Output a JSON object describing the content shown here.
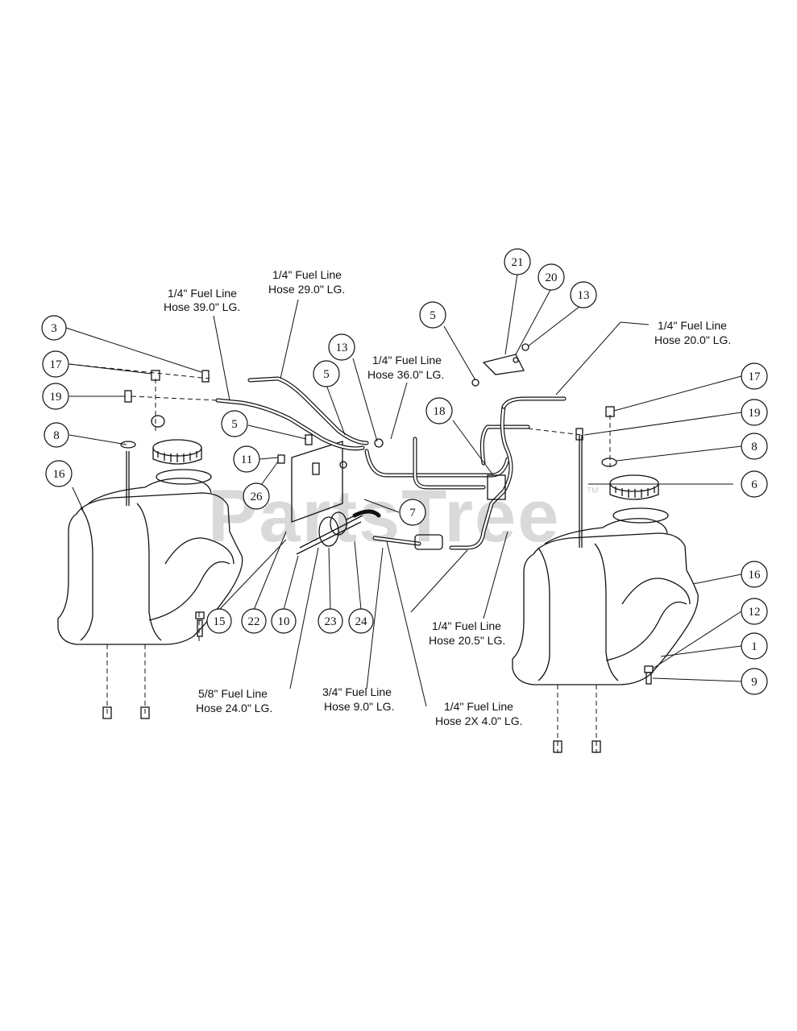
{
  "watermark": {
    "text": "PartsTree",
    "tm": "TM"
  },
  "hose_labels": [
    {
      "id": "h39",
      "line1": "1/4\" Fuel Line",
      "line2": "Hose 39.0\" LG."
    },
    {
      "id": "h29",
      "line1": "1/4\" Fuel Line",
      "line2": "Hose 29.0\" LG."
    },
    {
      "id": "h36",
      "line1": "1/4\" Fuel Line",
      "line2": "Hose 36.0\" LG."
    },
    {
      "id": "h20",
      "line1": "1/4\" Fuel Line",
      "line2": "Hose 20.0\" LG."
    },
    {
      "id": "h205",
      "line1": "1/4\" Fuel Line",
      "line2": "Hose 20.5\" LG."
    },
    {
      "id": "h24",
      "line1": "5/8\" Fuel Line",
      "line2": "Hose 24.0\" LG."
    },
    {
      "id": "h9",
      "line1": "3/4\" Fuel Line",
      "line2": "Hose 9.0\" LG."
    },
    {
      "id": "h2x4",
      "line1": "1/4\" Fuel Line",
      "line2": "Hose 2X 4.0\" LG."
    }
  ],
  "callouts": [
    {
      "id": "c3",
      "num": "3"
    },
    {
      "id": "c17a",
      "num": "17"
    },
    {
      "id": "c19a",
      "num": "19"
    },
    {
      "id": "c8a",
      "num": "8"
    },
    {
      "id": "c16a",
      "num": "16"
    },
    {
      "id": "c5a",
      "num": "5"
    },
    {
      "id": "c11",
      "num": "11"
    },
    {
      "id": "c26",
      "num": "26"
    },
    {
      "id": "c5b",
      "num": "5"
    },
    {
      "id": "c13a",
      "num": "13"
    },
    {
      "id": "c5c",
      "num": "5"
    },
    {
      "id": "c21",
      "num": "21"
    },
    {
      "id": "c20",
      "num": "20"
    },
    {
      "id": "c13b",
      "num": "13"
    },
    {
      "id": "c18",
      "num": "18"
    },
    {
      "id": "c7",
      "num": "7"
    },
    {
      "id": "c17b",
      "num": "17"
    },
    {
      "id": "c19b",
      "num": "19"
    },
    {
      "id": "c8b",
      "num": "8"
    },
    {
      "id": "c6",
      "num": "6"
    },
    {
      "id": "c16b",
      "num": "16"
    },
    {
      "id": "c12",
      "num": "12"
    },
    {
      "id": "c1",
      "num": "1"
    },
    {
      "id": "c9",
      "num": "9"
    },
    {
      "id": "c15",
      "num": "15"
    },
    {
      "id": "c22",
      "num": "22"
    },
    {
      "id": "c10",
      "num": "10"
    },
    {
      "id": "c23",
      "num": "23"
    },
    {
      "id": "c24",
      "num": "24"
    }
  ]
}
